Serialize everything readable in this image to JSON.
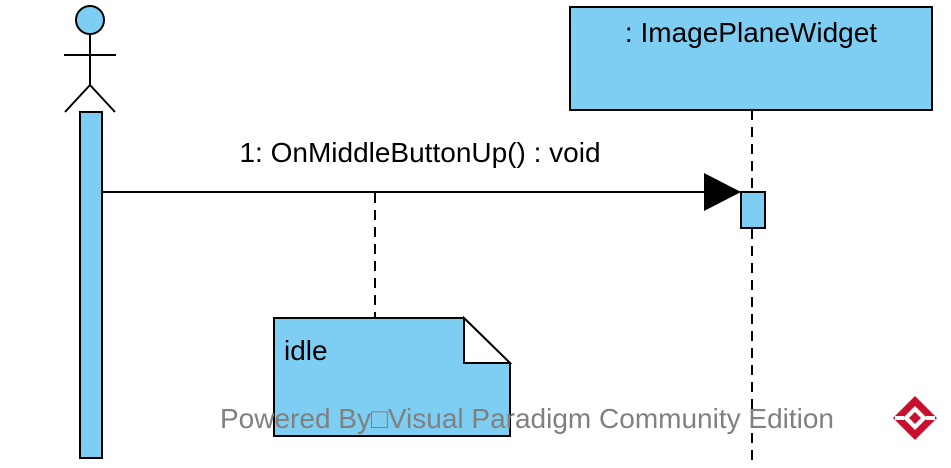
{
  "diagram": {
    "lifeline": {
      "name": ": ImagePlaneWidget"
    },
    "message": {
      "label": "1: OnMiddleButtonUp() : void"
    },
    "note": {
      "text": "idle"
    }
  },
  "footer": {
    "watermark_text": "Powered By□Visual Paradigm Community Edition",
    "logo_icon": "visual-paradigm-logo-icon"
  },
  "colors": {
    "fill": "#7ecef4",
    "stroke": "#000000",
    "watermark": "#808080",
    "logo_red": "#c8102e"
  }
}
